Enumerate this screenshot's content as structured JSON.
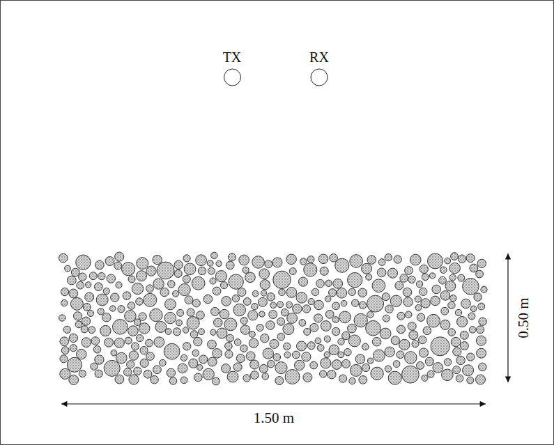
{
  "diagram": {
    "nodes": [
      {
        "text": [
          "TX"
        ]
      },
      {
        "text": [
          "RX"
        ]
      }
    ],
    "labels": [
      "0.50 m",
      "1.50 m"
    ]
  }
}
